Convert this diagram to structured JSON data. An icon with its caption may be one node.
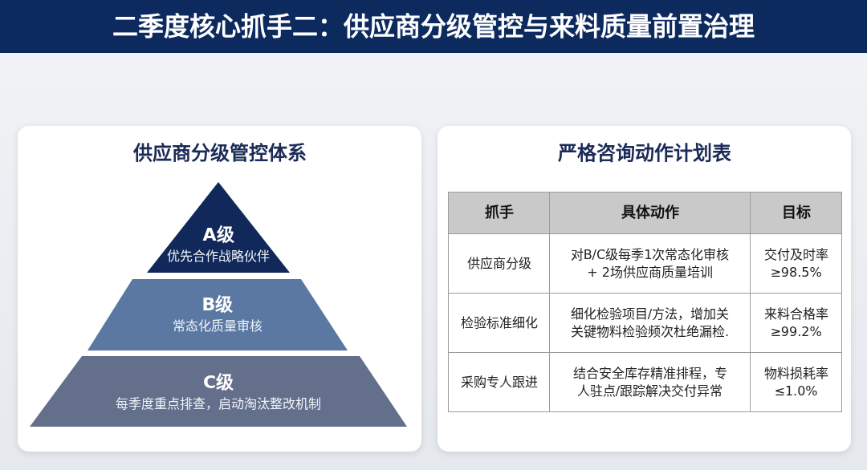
{
  "diagram": {
    "title": "二季度核心抓手二：供应商分级管控与来料质量前置治理",
    "nodes": [
      {
        "text": [
          "供应商分级管控体系"
        ]
      },
      {
        "text": [
          "A级",
          "优先合作战略伙伴"
        ],
        "in": 0
      },
      {
        "text": [
          "B级",
          "常态化质量审核"
        ],
        "in": 0
      },
      {
        "text": [
          "C级",
          "每季度重点排查，启动淘汰整改机制"
        ],
        "in": 0
      },
      {
        "text": [
          "严格咨询动作计划表"
        ]
      }
    ],
    "labels": [
      "抓手",
      "具体动作",
      "目标",
      "供应商分级",
      "对B/C级每季1次常态化审核 + 2场供应商质量培训",
      "交付及时率≥98.5%",
      "检验标准细化",
      "细化检验项目/方法，增加关关键物料检验频次杜绝漏检.",
      "来料合格率≥99.2%",
      "采购专人跟进",
      "结合安全库存精准排程，专人驻点/跟踪解决交付异常",
      "物料损耗率≤1.0%"
    ]
  }
}
